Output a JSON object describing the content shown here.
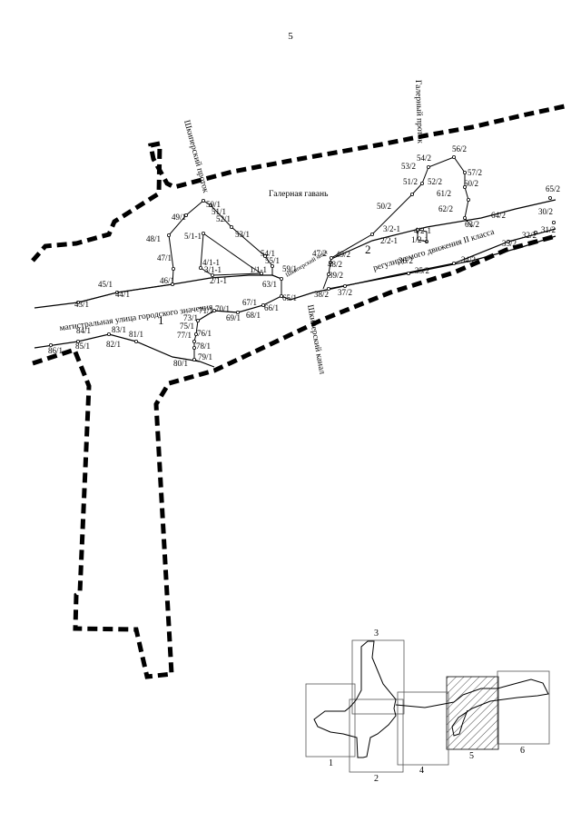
{
  "page_number": "5",
  "labels": {
    "galernaya_gavan": "Галерная гавань",
    "galerny_protok": "Галерный проток",
    "shkiperskiy_protok": "Шкиперский проток",
    "shkiperskiy_kanal": "Шкиперский канал",
    "shkiperskiy_most": "Шкиперский мост",
    "street_1": "магистральная улица городского значения",
    "street_2": "регулируемого движения II класса",
    "zone_1": "1",
    "zone_2": "2"
  },
  "points": {
    "p43_1": "43/1",
    "p44_1": "44/1",
    "p45_1": "45/1",
    "p46_1": "46/1",
    "p47_1": "47/1",
    "p48_1": "48/1",
    "p49_1": "49/1",
    "p50_1": "50/1",
    "p51_1": "51/1",
    "p52_1": "52/1",
    "p53_1": "53/1",
    "p54_1": "54/1",
    "p55_1": "55/1",
    "p59_1": "59/1",
    "p63_1": "63/1",
    "p65_1": "65/1",
    "p66_1": "66/1",
    "p67_1": "67/1",
    "p68_1": "68/1",
    "p69_1": "69/1",
    "p70_1": "70/1",
    "p71_1": "71/1",
    "p73_1": "73/1",
    "p75_1": "75/1",
    "p76_1": "76/1",
    "p77_1": "77/1",
    "p78_1": "78/1",
    "p79_1": "79/1",
    "p80_1": "80/1",
    "p81_1": "81/1",
    "p82_1": "82/1",
    "p83_1": "83/1",
    "p84_1": "84/1",
    "p85_1": "85/1",
    "p86_1": "86/1",
    "p5_1_1": "5/1-1",
    "p4_1_1": "4/1-1",
    "p3_1_1": "3/1-1",
    "p2_1_1": "2/1-1",
    "p1_1_1": "1/1-1",
    "p30_2": "30/2",
    "p31_2": "31/2",
    "p32_2": "32/2",
    "p33_2": "33/2",
    "p34_2": "34/2",
    "p35_2": "35/2",
    "p36_2": "36/2",
    "p37_2": "37/2",
    "p38_2": "38/2",
    "p39_2": "39/2",
    "p47_2": "47/2",
    "p48_2": "48/2",
    "p49_2": "49/2",
    "p50_2": "50/2",
    "p51_2": "51/2",
    "p52_2": "52/2",
    "p53_2": "53/2",
    "p54_2": "54/2",
    "p56_2": "56/2",
    "p57_2": "57/2",
    "p60_2": "60/2",
    "p61_2": "61/2",
    "p62_2": "62/2",
    "p63_2": "63/2",
    "p64_2": "64/2",
    "p65_2": "65/2",
    "p1_2_1": "1/2-1",
    "p2_2_1": "2/2-1",
    "p3_2_1": "3/2-1",
    "p4_2_1": "4/2-1"
  },
  "index_map": {
    "sheet_1": "1",
    "sheet_2": "2",
    "sheet_3": "3",
    "sheet_4": "4",
    "sheet_5": "5",
    "sheet_6": "6",
    "current_sheet": "5"
  }
}
